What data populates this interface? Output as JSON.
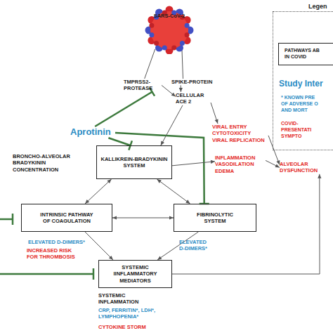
{
  "diagram": {
    "nodes": [
      {
        "text": [
          "SARS-CoV-2"
        ]
      },
      {
        "text": [
          "TMPRSS2- PROTEASE"
        ]
      },
      {
        "text": [
          "SPIKE-PROTEIN"
        ]
      },
      {
        "text": [
          "CELLULAR ACE 2"
        ]
      },
      {
        "text": [
          "Aprotinin"
        ]
      },
      {
        "text": [
          "KALLIKREIN-BRADYKININ SYSTEM"
        ]
      },
      {
        "text": [
          "VIRAL ENTRY CYTOTOXICITY VIRAL REPLICATION"
        ]
      },
      {
        "text": [
          "INFLAMMATION VASODILATION EDEMA"
        ]
      },
      {
        "text": [
          "ALVEOLAR DYSFUNCTION"
        ]
      },
      {
        "text": [
          "INTRINSIC PATHWAY OF COAGULATION"
        ]
      },
      {
        "text": [
          "FIBRINOLYTIC SYSTEM"
        ]
      },
      {
        "text": [
          "SYSTEMIC IINFLAMMATORY MEDIATORS"
        ]
      },
      {
        "text": [
          "Legen"
        ]
      },
      {
        "text": [
          "PATHWAYS AB IN COVID"
        ],
        "in": 12
      }
    ],
    "edges": [
      {
        "from": 0,
        "to": 1,
        "arrow": "none"
      },
      {
        "from": 0,
        "to": 2,
        "arrow": "none"
      },
      {
        "from": 1,
        "to": 3,
        "arrow": "to"
      },
      {
        "from": 2,
        "to": 3,
        "arrow": "to"
      },
      {
        "from": 4,
        "to": 1,
        "arrow": "to"
      },
      {
        "from": 4,
        "to": 5,
        "arrow": "to"
      },
      {
        "from": 4,
        "to": 10,
        "arrow": "to"
      },
      {
        "from": 3,
        "to": 5,
        "arrow": "to"
      },
      {
        "from": 3,
        "to": 6,
        "arrow": "to"
      },
      {
        "from": 5,
        "to": 7,
        "arrow": "to"
      },
      {
        "from": 6,
        "to": 8,
        "arrow": "to"
      },
      {
        "from": 7,
        "to": 8,
        "arrow": "to"
      },
      {
        "from": 5,
        "to": 9,
        "arrow": "both"
      },
      {
        "from": 5,
        "to": 10,
        "arrow": "both"
      },
      {
        "from": 9,
        "to": 10,
        "arrow": "both"
      },
      {
        "from": 9,
        "to": 11,
        "arrow": "to"
      },
      {
        "from": 10,
        "to": 11,
        "arrow": "to"
      },
      {
        "from": 11,
        "to": 8,
        "arrow": "to"
      }
    ],
    "labels": [
      "BRONCHO-ALVEOLAR BRADYKININ CONCENTRATION",
      "ELEVATED D-DIMERS*",
      "INCREASED RISK FOR THROMBOSIS",
      "ELEVATED D-DIMERS*",
      "SYSTEMIC INFLAMMATION",
      "CRP, FERRITIN*, LDH*, LYMPHOPENIA*",
      "CYTOKINE STORM",
      "Study Inter",
      "* KNOWN PRE OF ADVERSE O AND MORT",
      "COVID- PRESENTATI SYMPTO"
    ]
  }
}
